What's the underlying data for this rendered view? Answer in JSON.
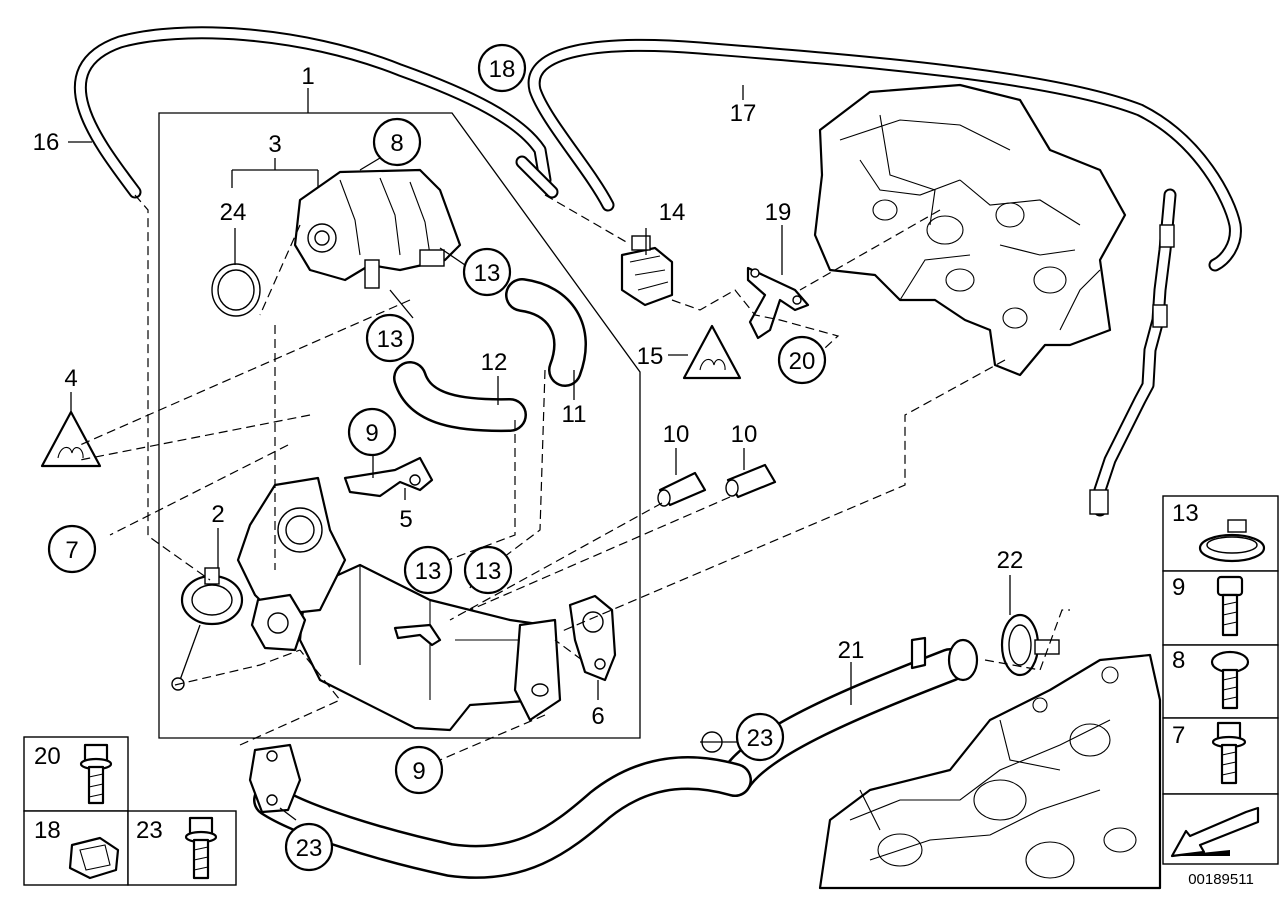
{
  "diagram": {
    "part_labels": {
      "p1": "1",
      "p2": "2",
      "p3": "3",
      "p4": "4",
      "p5": "5",
      "p6": "6",
      "p11": "11",
      "p12": "12",
      "p14": "14",
      "p15": "15",
      "p16": "16",
      "p17": "17",
      "p19": "19",
      "p21": "21",
      "p22": "22",
      "p24": "24",
      "p10a": "10",
      "p10b": "10"
    },
    "callouts": {
      "c18": "18",
      "c8": "8",
      "c13a": "13",
      "c13b": "13",
      "c13c": "13",
      "c13d": "13",
      "c9a": "9",
      "c9b": "9",
      "c7": "7",
      "c20": "20",
      "c23a": "23",
      "c23b": "23"
    },
    "legend_right": [
      {
        "label": "13",
        "icon": "hose-clamp-icon"
      },
      {
        "label": "9",
        "icon": "socket-head-bolt-icon"
      },
      {
        "label": "8",
        "icon": "flange-head-screw-icon"
      },
      {
        "label": "7",
        "icon": "hex-flange-bolt-icon"
      }
    ],
    "legend_bottom": [
      {
        "label": "20",
        "icon": "hex-bolt-icon"
      },
      {
        "label": "18",
        "icon": "hose-clip-icon"
      },
      {
        "label": "23",
        "icon": "stud-bolt-icon"
      }
    ],
    "nav_icon": "direction-arrow-icon",
    "diagram_id": "00189511"
  }
}
